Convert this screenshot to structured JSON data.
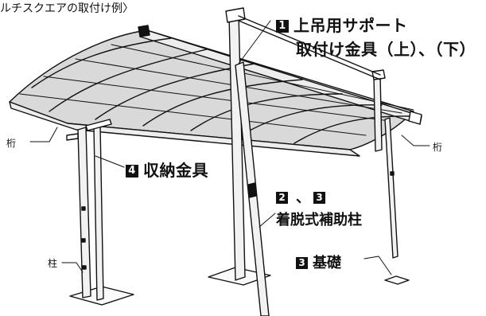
{
  "caption": "ルチスクエアの取付け例〉",
  "labels": {
    "l1": {
      "num": "1",
      "line1": "上吊用サポート",
      "line2": "取付け金具（上）、（下）"
    },
    "l4": {
      "num": "4",
      "text": "収納金具"
    },
    "l23": {
      "num_a": "2",
      "sep": "、",
      "num_b": "3",
      "text": "着脱式補助柱"
    },
    "l3": {
      "num": "3",
      "text": "基礎"
    },
    "keta_left": "桁",
    "keta_right": "桁",
    "hashira": "柱"
  },
  "colors": {
    "line": "#111111",
    "panel": "#d9d9d9",
    "panel_dark": "#bdbdbd",
    "badge": "#111111"
  }
}
